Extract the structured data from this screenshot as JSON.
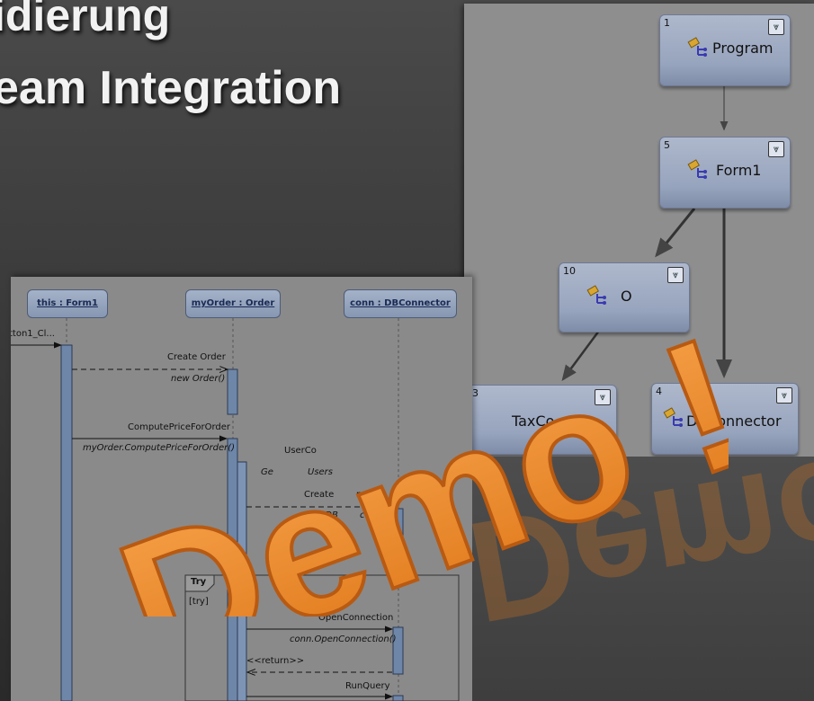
{
  "slide": {
    "title_line_1": "idierung",
    "title_line_2": "eam Integration"
  },
  "dependency_graph": {
    "nodes": [
      {
        "number": "1",
        "label": "Program"
      },
      {
        "number": "5",
        "label": "Form1"
      },
      {
        "number": "10",
        "label": "O"
      },
      {
        "number": "3",
        "label": "TaxCo"
      },
      {
        "number": "4",
        "label": "DBConnector"
      }
    ],
    "collapse_glyph": "⩔"
  },
  "sequence_diagram": {
    "lifelines": [
      "this : Form1",
      "myOrder : Order",
      "conn : DBConnector"
    ],
    "messages": [
      {
        "label": "tton1_Cl...",
        "style": "normal"
      },
      {
        "label": "Create Order",
        "style": "normal"
      },
      {
        "label": "new Order()",
        "style": "italic"
      },
      {
        "label": "ComputePriceForOrder",
        "style": "normal"
      },
      {
        "label": "myOrder.ComputePriceForOrder()",
        "style": "italic"
      },
      {
        "label": "UserCo",
        "style": "normal"
      },
      {
        "label": "Ge",
        "style": "italic"
      },
      {
        "label": "Users",
        "style": "italic"
      },
      {
        "label": "Create",
        "style": "normal"
      },
      {
        "label": "nector",
        "style": "normal"
      },
      {
        "label": "w DB",
        "style": "italic"
      },
      {
        "label": "ctor()",
        "style": "italic"
      },
      {
        "label": "OpenConnection",
        "style": "normal"
      },
      {
        "label": "conn.OpenConnection()",
        "style": "italic"
      },
      {
        "label": "<<return>>",
        "style": "normal"
      },
      {
        "label": "RunQuery",
        "style": "normal"
      }
    ],
    "fragment": {
      "keyword": "Try",
      "guard": "[try]"
    }
  },
  "stamp": {
    "text": "Demo !",
    "colors": {
      "fill": "#f7a24a",
      "fill_dark": "#e07a1c",
      "outline": "#b85a12"
    }
  }
}
